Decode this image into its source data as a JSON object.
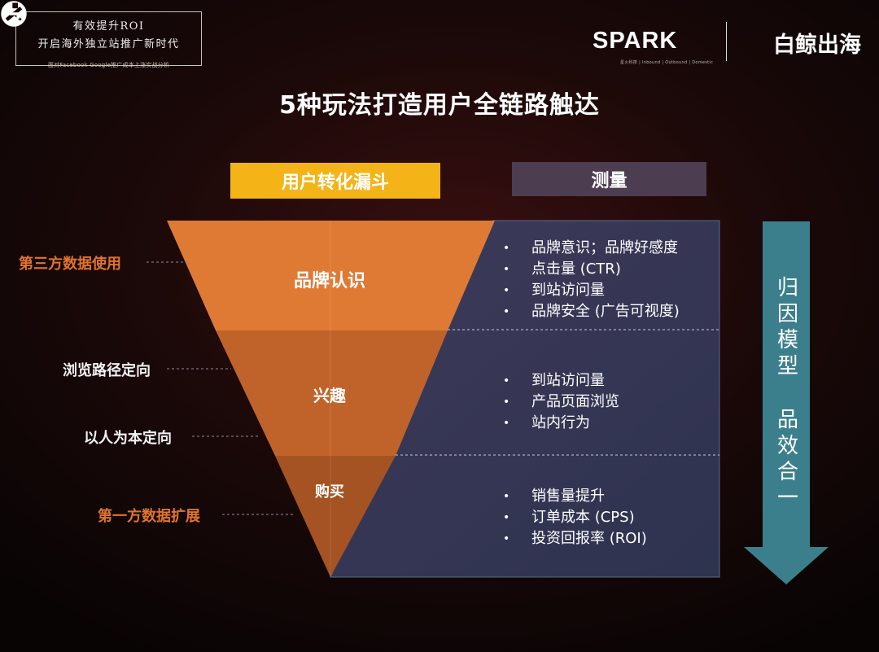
{
  "event": {
    "line1": "有效提升ROI",
    "line2": "开启海外独立站推广新时代",
    "subtitle": "面对Facebook Google推广成本上涨实战分析"
  },
  "logos": {
    "spark_text": "SPARK",
    "spark_tagline": "星火科技 | Inbound | Outbound | Domestic",
    "partner_text": "白鲸出海"
  },
  "title": "5种玩法打造用户全链路触达",
  "headers": {
    "funnel": "用户转化漏斗",
    "measure": "测量"
  },
  "funnel": {
    "stages": [
      {
        "label": "品牌认识"
      },
      {
        "label": "兴趣"
      },
      {
        "label": "购买"
      }
    ]
  },
  "side_labels": [
    {
      "text": "第三方数据使用"
    },
    {
      "text": "浏览路径定向"
    },
    {
      "text": "以人为本定向"
    },
    {
      "text": "第一方数据扩展"
    }
  ],
  "measures": [
    [
      "品牌意识；品牌好感度",
      "点击量 (CTR)",
      "到站访问量",
      "品牌安全 (广告可视度)"
    ],
    [
      "到站访问量",
      "产品页面浏览",
      "站内行为"
    ],
    [
      "销售量提升",
      "订单成本 (CPS)",
      "投资回报率 (ROI)"
    ]
  ],
  "arrow": {
    "top": "归因模型",
    "bottom": "品效合一"
  },
  "colors": {
    "funnel_top": "#df7a35",
    "funnel_mid": "#c0632a",
    "funnel_bottom": "#a55322",
    "header_funnel": "#f4b418",
    "header_measure": "#4c3d50",
    "arrow": "#3c7f8c",
    "side_orange": "#e0742c"
  }
}
